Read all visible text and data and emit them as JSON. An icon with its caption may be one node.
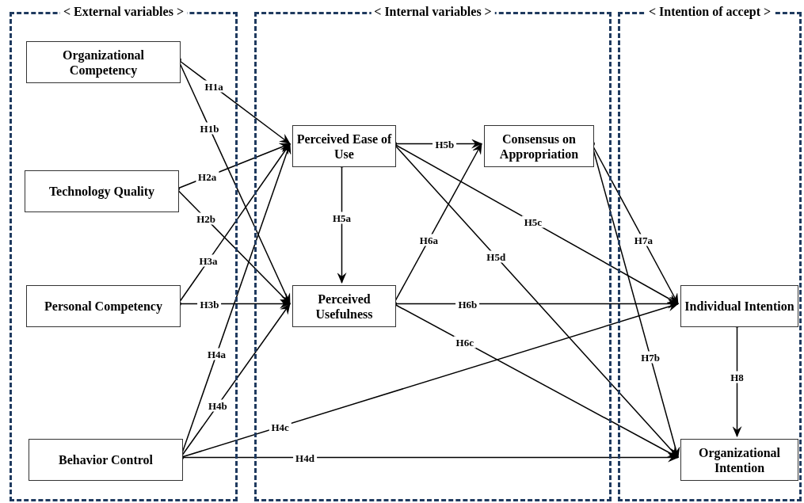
{
  "diagram": {
    "nodes": [
      {
        "text": [
          "< External variables >"
        ]
      },
      {
        "text": [
          "< Internal variables >"
        ]
      },
      {
        "text": [
          "< Intention of accept >"
        ]
      },
      {
        "text": [
          "Organizational Competency"
        ],
        "in": 0
      },
      {
        "text": [
          "Technology Quality"
        ],
        "in": 0
      },
      {
        "text": [
          "Personal Competency"
        ],
        "in": 0
      },
      {
        "text": [
          "Behavior Control"
        ],
        "in": 0
      },
      {
        "text": [
          "Perceived Ease of Use"
        ],
        "in": 1
      },
      {
        "text": [
          "Perceived Usefulness"
        ],
        "in": 1
      },
      {
        "text": [
          "Consensus on Appropriation"
        ],
        "in": 1
      },
      {
        "text": [
          "Individual Intention"
        ],
        "in": 2
      },
      {
        "text": [
          "Organizational Intention"
        ],
        "in": 2
      }
    ],
    "edges": [
      {
        "from": 3,
        "to": 7,
        "arrow": "to",
        "label": "H1a"
      },
      {
        "from": 3,
        "to": 8,
        "arrow": "to",
        "label": "H1b"
      },
      {
        "from": 4,
        "to": 7,
        "arrow": "to",
        "label": "H2a"
      },
      {
        "from": 4,
        "to": 8,
        "arrow": "to",
        "label": "H2b"
      },
      {
        "from": 5,
        "to": 7,
        "arrow": "to",
        "label": "H3a"
      },
      {
        "from": 5,
        "to": 8,
        "arrow": "to",
        "label": "H3b"
      },
      {
        "from": 6,
        "to": 7,
        "arrow": "to",
        "label": "H4a"
      },
      {
        "from": 6,
        "to": 8,
        "arrow": "to",
        "label": "H4b"
      },
      {
        "from": 6,
        "to": 10,
        "arrow": "to",
        "label": "H4c"
      },
      {
        "from": 6,
        "to": 11,
        "arrow": "to",
        "label": "H4d"
      },
      {
        "from": 7,
        "to": 8,
        "arrow": "to",
        "label": "H5a"
      },
      {
        "from": 7,
        "to": 9,
        "arrow": "to",
        "label": "H5b"
      },
      {
        "from": 7,
        "to": 10,
        "arrow": "to",
        "label": "H5c"
      },
      {
        "from": 7,
        "to": 11,
        "arrow": "to",
        "label": "H5d"
      },
      {
        "from": 8,
        "to": 9,
        "arrow": "to",
        "label": "H6a"
      },
      {
        "from": 8,
        "to": 10,
        "arrow": "to",
        "label": "H6b"
      },
      {
        "from": 8,
        "to": 11,
        "arrow": "to",
        "label": "H6c"
      },
      {
        "from": 9,
        "to": 10,
        "arrow": "to",
        "label": "H7a"
      },
      {
        "from": 9,
        "to": 11,
        "arrow": "to",
        "label": "H7b"
      },
      {
        "from": 10,
        "to": 11,
        "arrow": "to",
        "label": "H8"
      }
    ]
  }
}
